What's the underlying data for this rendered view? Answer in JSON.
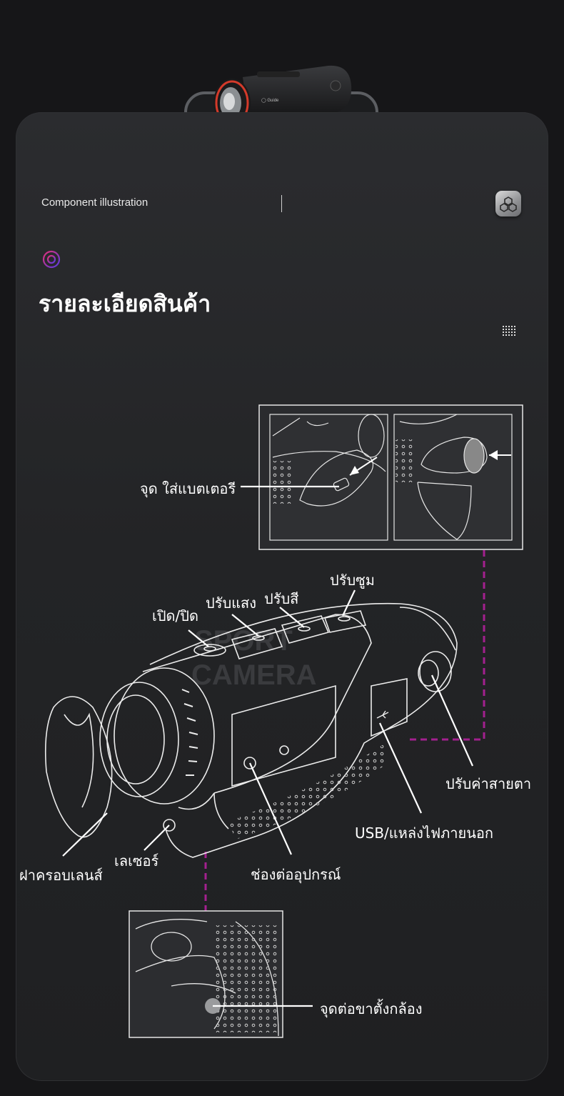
{
  "header": {
    "section_tag": "Component illustration"
  },
  "title": "รายละเอียดสินค้า",
  "watermark": {
    "line1": "SPORT",
    "line2": "CAMERA"
  },
  "callouts": {
    "battery": "จุด ใส่แบตเตอรี",
    "power": "เปิด/ปิด",
    "brightness": "ปรับแสง",
    "color": "ปรับสี",
    "zoom": "ปรับซูม",
    "diopter": "ปรับค่าสายตา",
    "usb": "USB/แหล่งไฟภายนอก",
    "accessory": "ช่องต่ออุปกรณ์",
    "lens_cap": "ฝาครอบเลนส์",
    "laser": "เลเซอร์",
    "tripod": "จุดต่อขาตั้งกล้อง"
  },
  "icons": [
    "cube-icon",
    "target-icon",
    "grid-dots-icon",
    "usb-icon"
  ],
  "colors": {
    "background": "#161618",
    "card": "#26272a",
    "accent_dash": "#a3208f"
  }
}
